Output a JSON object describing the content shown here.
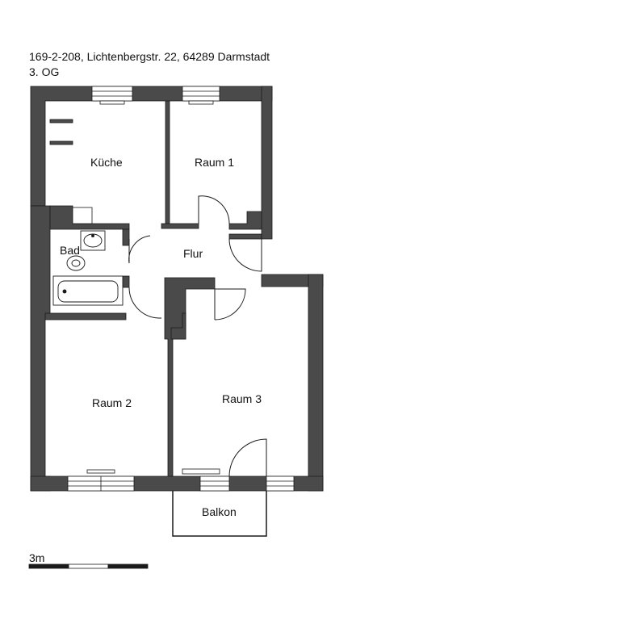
{
  "header": {
    "address": "169-2-208, Lichtenbergstr. 22, 64289 Darmstadt",
    "floor": "3. OG"
  },
  "rooms": {
    "kitchen": "Küche",
    "room1": "Raum 1",
    "bath": "Bad",
    "hall": "Flur",
    "room2": "Raum 2",
    "room3": "Raum 3",
    "balcony": "Balkon"
  },
  "scale": {
    "label": "3m"
  },
  "colors": {
    "wall": "#4a4a4a",
    "line": "#1a1a1a"
  }
}
